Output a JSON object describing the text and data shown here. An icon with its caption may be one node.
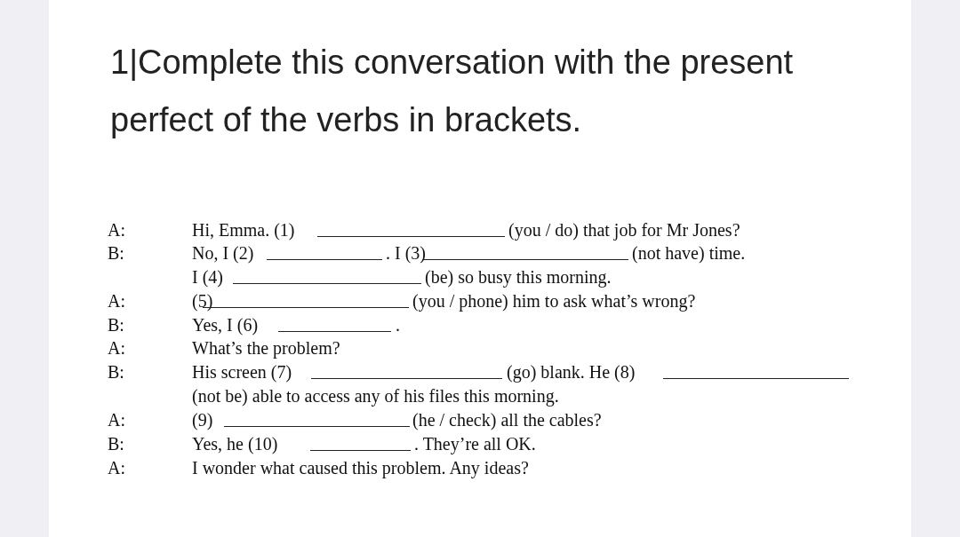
{
  "diagram": {
    "title": "1|Complete this conversation with the present perfect of the verbs in brackets.",
    "labels": [
      "A:",
      "Hi, Emma. (1)",
      "(you / do) that job for Mr Jones?",
      "B:",
      "No, I (2)",
      ". I (3)",
      "(not have) time.",
      "I (4)",
      "(be) so busy this morning.",
      "A:",
      "(5)",
      "(you / phone) him to ask what’s wrong?",
      "B:",
      "Yes, I (6)",
      ".",
      "A:",
      "What’s the problem?",
      "B:",
      "His screen (7)",
      "(go) blank. He (8)",
      "(not be) able to access any of his files this morning.",
      "A:",
      "(9)",
      "(he / check) all the cables?",
      "B:",
      "Yes, he (10)",
      ". They’re all OK.",
      "A:",
      "I wonder what caused this problem. Any ideas?"
    ]
  }
}
